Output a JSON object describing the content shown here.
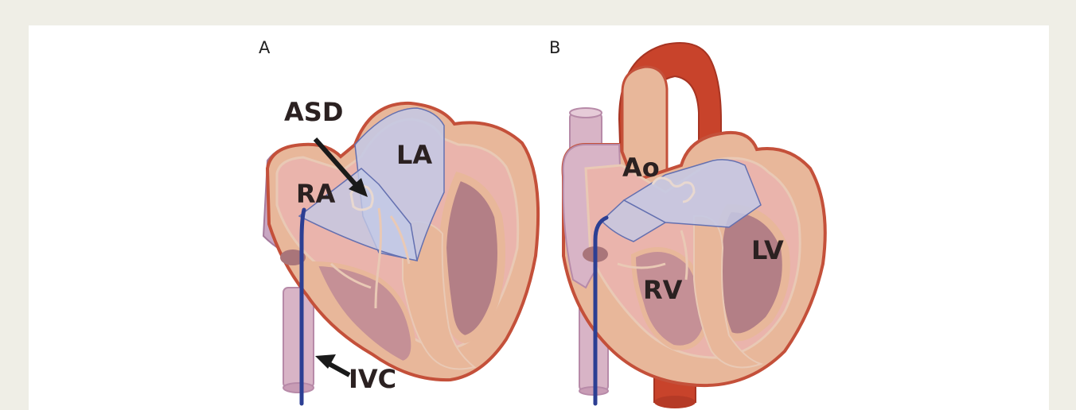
{
  "figure": {
    "panel_a": {
      "letter": "A",
      "labels": {
        "asd": "ASD",
        "la": "LA",
        "ra": "RA",
        "ivc": "IVC"
      }
    },
    "panel_b": {
      "letter": "B",
      "labels": {
        "ao": "Ao",
        "lv": "LV",
        "rv": "RV"
      }
    }
  },
  "colors": {
    "page_bg": "#efeee6",
    "figure_bg": "#ffffff",
    "heart_wall": "#e8b79a",
    "heart_outline": "#c4503a",
    "chamber": "#eab4ac",
    "chamber_shade": "#b37f86",
    "atrium_overlay": "#c3c9e6",
    "vein": "#d8b4c6",
    "vein_outline": "#b78aa8",
    "aorta": "#c8432b",
    "catheter": "#2c3f93",
    "label_text": "#2b2121"
  }
}
